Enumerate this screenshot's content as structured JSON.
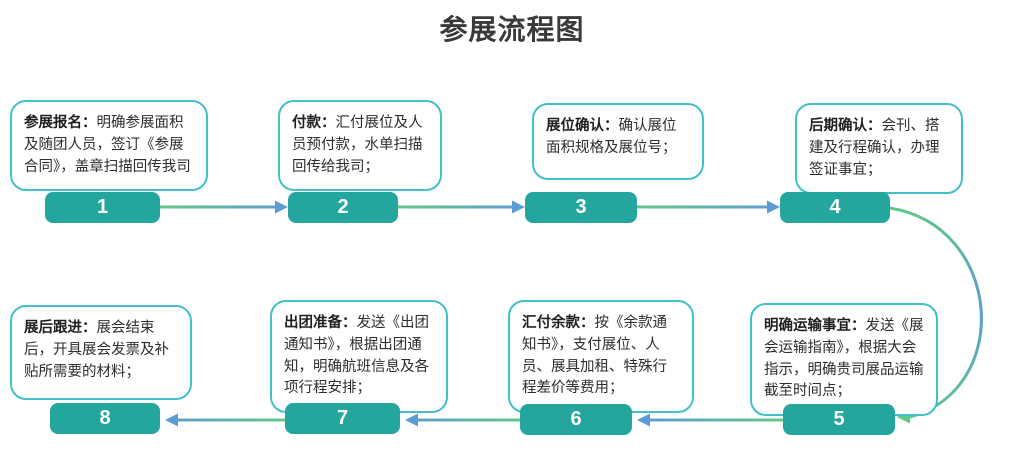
{
  "title": "参展流程图",
  "steps": [
    {
      "number": "1",
      "label": "参展报名：",
      "desc": "明确参展面积及随团人员，签订《参展合同》，盖章扫描回传我司"
    },
    {
      "number": "2",
      "label": "付款：",
      "desc": "汇付展位及人员预付款，水单扫描回传给我司；"
    },
    {
      "number": "3",
      "label": "展位确认：",
      "desc": "确认展位面积规格及展位号；"
    },
    {
      "number": "4",
      "label": "后期确认：",
      "desc": "会刊、搭建及行程确认，办理签证事宜；"
    },
    {
      "number": "5",
      "label": "明确运输事宜：",
      "desc": "发送《展会运输指南》，根据大会指示，明确贵司展品运输截至时间点；"
    },
    {
      "number": "6",
      "label": "汇付余款：",
      "desc": "按《余款通知书》，支付展位、人员、展具加租、特殊行程差价等费用；"
    },
    {
      "number": "7",
      "label": "出团准备：",
      "desc": "发送《出团通知书》，根据出团通知，明确航班信息及各项行程安排；"
    },
    {
      "number": "8",
      "label": "展后跟进：",
      "desc": "展会结束后，开具展会发票及补贴所需要的材料；"
    }
  ],
  "colors": {
    "step_bar": "#24a69e",
    "card_border": "#43bfc9",
    "arrow_green": "#61c888",
    "arrow_blue": "#5d9bd3",
    "title_text": "#3a3a3a"
  }
}
